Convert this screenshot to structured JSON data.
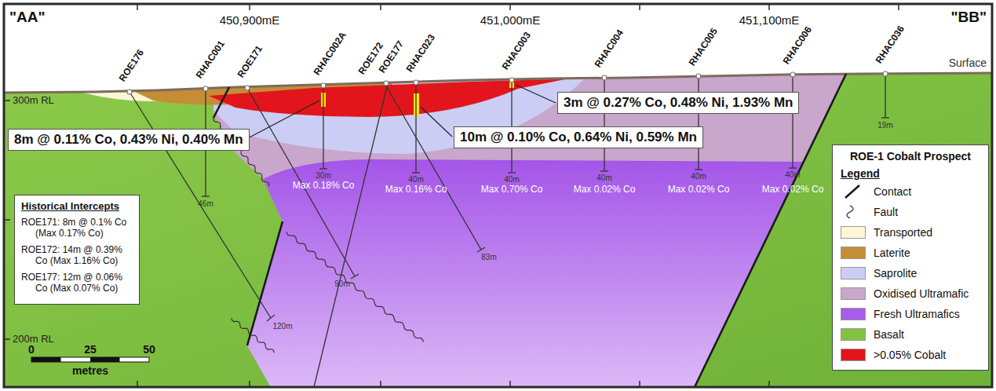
{
  "diagram": {
    "nodes": [
      {
        "text": [
          "3m @ 0.27% Co, 0.48% Ni, 1.93% Mn"
        ]
      },
      {
        "text": [
          "8m @ 0.11% Co, 0.43% Ni, 0.40% Mn"
        ]
      },
      {
        "text": [
          "10m @ 0.10% Co, 0.64% Ni, 0.59% Mn"
        ]
      },
      {
        "text": [
          "Historical Intercepts",
          "ROE171: 8m @ 0.1% Co (Max 0.17% Co)",
          "ROE172: 14m @ 0.39% Co (Max 1.16% Co)",
          "ROE177: 12m @ 0.06% Co (Max 0.07% Co)"
        ]
      },
      {
        "text": [
          "ROE-1 Cobalt Prospect",
          "Legend"
        ]
      }
    ],
    "labels": [
      "\"AA\"",
      "\"BB\"",
      "450,900mE",
      "451,000mE",
      "451,100mE",
      "ROE176",
      "RHAC001",
      "ROE171",
      "RHAC002A",
      "ROE172",
      "ROE177",
      "RHAC023",
      "RHAC003",
      "RHAC004",
      "RHAC005",
      "RHAC006",
      "RHAC036",
      "Surface",
      "300m RL",
      "200m RL",
      "46m",
      "30m",
      "Max 0.18% Co",
      "40m",
      "Max 0.16% Co",
      "40m",
      "Max 0.70% Co",
      "40m",
      "Max 0.02% Co",
      "40m",
      "Max 0.02% Co",
      "40m",
      "Max 0.02% Co",
      "19m",
      "90m",
      "83m",
      "120m",
      "0",
      "25",
      "50",
      "metres"
    ],
    "legend": [
      {
        "text": "Contact"
      },
      {
        "text": "Fault"
      },
      {
        "text": "Transported",
        "color": "#fdf5d6"
      },
      {
        "text": "Laterite",
        "color": "#c58d35"
      },
      {
        "text": "Saprolite",
        "color": "#cbcdf5"
      },
      {
        "text": "Oxidised Ultramafic",
        "color": "#c9a6cc"
      },
      {
        "text": "Fresh Ultramafics",
        "color": "#a85ce8"
      },
      {
        "text": "Basalt",
        "color": "#84c341"
      },
      {
        "text": ">0.05% Cobalt",
        "color": "#e3151c"
      }
    ]
  }
}
